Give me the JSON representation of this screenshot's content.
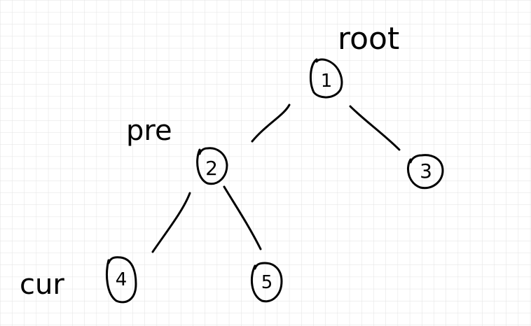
{
  "diagram": {
    "type": "binary-tree-sketch",
    "background": "grid-paper",
    "colors": {
      "ink": "#000000",
      "grid": "#e2e2e2",
      "paper": "#ffffff"
    },
    "labels": {
      "root": "root",
      "pre": "pre",
      "cur": "cur"
    },
    "nodes": [
      {
        "id": "n1",
        "value": "1"
      },
      {
        "id": "n2",
        "value": "2"
      },
      {
        "id": "n3",
        "value": "3"
      },
      {
        "id": "n4",
        "value": "4"
      },
      {
        "id": "n5",
        "value": "5"
      }
    ],
    "edges": [
      {
        "from": "n1",
        "to": "n2"
      },
      {
        "from": "n1",
        "to": "n3"
      },
      {
        "from": "n2",
        "to": "n4"
      },
      {
        "from": "n2",
        "to": "n5"
      }
    ],
    "pointers": [
      {
        "label": "root",
        "node": "n1"
      },
      {
        "label": "pre",
        "node": "n2"
      },
      {
        "label": "cur",
        "node": "n4"
      }
    ]
  }
}
